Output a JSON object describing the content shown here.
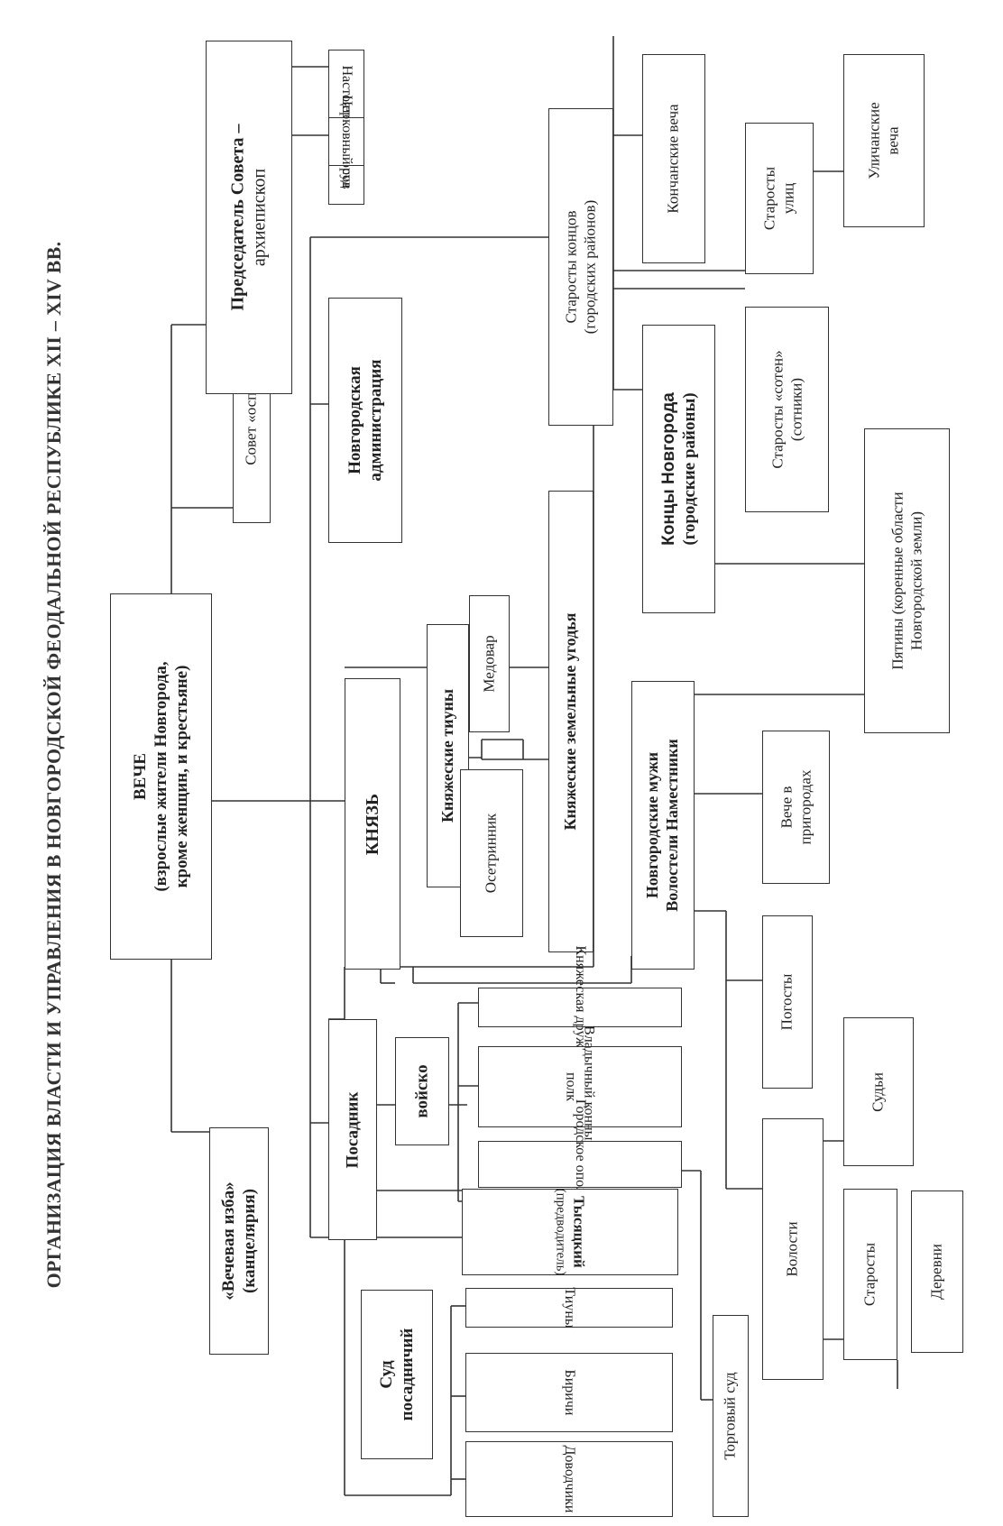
{
  "title": "ОРГАНИЗАЦИЯ ВЛАСТИ И УПРАВЛЕНИЯ В НОВГОРОДСКОЙ ФЕОДАЛЬНОЙ РЕСПУБЛИКЕ XII – XIV ВВ.",
  "nodes": {
    "veche": [
      "ВЕЧЕ",
      "(взрослые жители Новгорода,",
      "кроме женщин, и крестьяне)"
    ],
    "sovet": "Совет «осподы» (боярский совет)",
    "predsedatel": [
      "Председатель Совета –",
      "архиепископ"
    ],
    "nastoyateli": "Настоятели соборов",
    "tserkovny_sud": "Церковный суд",
    "vechevaya_izba": [
      "«Вечевая изба»",
      "(канцелярия)"
    ],
    "novgorodskaya_admin": [
      "Новгородская",
      "администрация"
    ],
    "knyaz": "КНЯЗЬ",
    "knyazheskie_tiuny": "Княжеские тиуны",
    "medovar": "Медовар",
    "osetrinnik": "Осетринник",
    "zemelnye_ugodya": "Княжеские земельные угодья",
    "posadnik": "Посадник",
    "voisko": "войско",
    "druzhina": "Княжеская дружина",
    "vladychny_polk": [
      "Владычный конный",
      "полк"
    ],
    "gorodskoe_opolchenie": "Городское ополчение",
    "tysyatsky": [
      "Тысяцкий",
      "(предводитель)"
    ],
    "sud_posadnichy": [
      "Суд",
      "посадничий"
    ],
    "tiuny": "Тиуны",
    "birichi": "Биричи",
    "dovodchiki": "Доводчики",
    "torgovy_sud": "Торговый суд",
    "starosty_kontsov": [
      "Старосты концов",
      "(городских районов)"
    ],
    "konchanskie_vecha": "Кончанские веча",
    "starosty_ulits": [
      "Старосты",
      "улиц"
    ],
    "ulichanskie_vecha": [
      "Уличанские",
      "веча"
    ],
    "kontsy": [
      "Концы  Новгорода",
      "(городские районы)"
    ],
    "starosty_soten": [
      "Старосты «сотен»",
      "(сотники)"
    ],
    "pyatiny": [
      "Пятины (коренные области",
      "Новгородской земли)"
    ],
    "volosteli": [
      "Новгородские мужи",
      "Волостели Наместники"
    ],
    "veche_prigorody": [
      "Вече в",
      "пригородах"
    ],
    "pogosty": "Погосты",
    "volosti": "Волости",
    "sudi": "Судьи",
    "starosty": "Старосты",
    "derevni": "Деревни"
  }
}
